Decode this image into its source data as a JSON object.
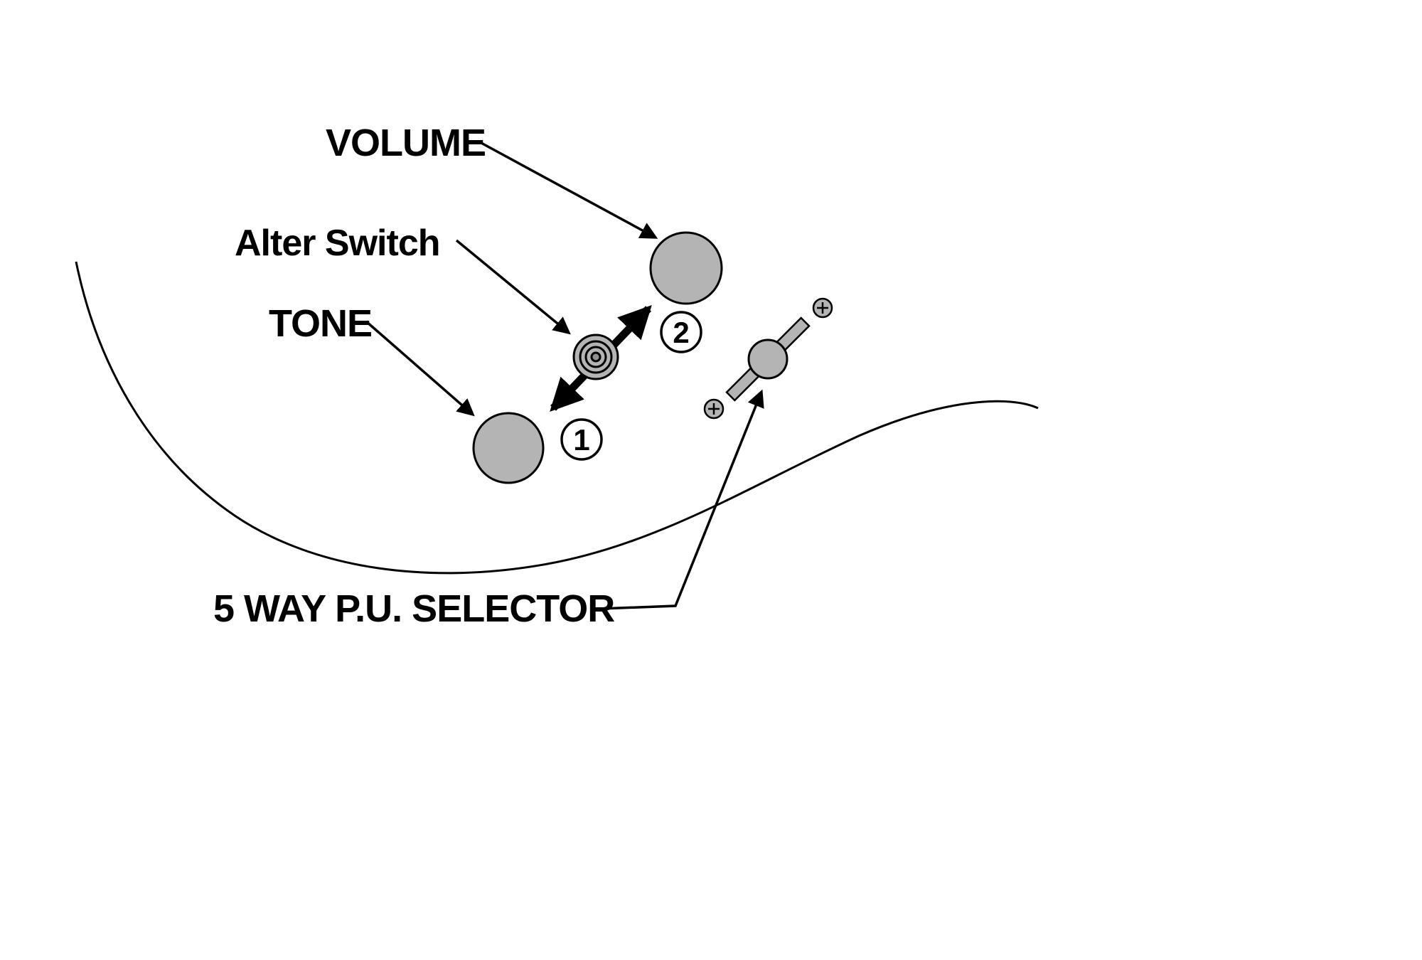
{
  "diagram": {
    "labels": {
      "volume": "VOLUME",
      "alter_switch": "Alter Switch",
      "tone": "TONE",
      "selector": "5 WAY P.U. SELECTOR"
    },
    "position_markers": {
      "down": "1",
      "up": "2"
    },
    "icons": {
      "volume_knob": "volume-knob",
      "tone_knob": "tone-knob",
      "alter_switch_knob": "alter-switch-knob",
      "selector_lever": "five-way-selector-lever",
      "screw": "screw-plus-icon",
      "arrow": "arrowhead-icon",
      "double_arrow": "double-headed-arrow"
    },
    "colors": {
      "background": "#ffffff",
      "outline": "#000000",
      "knob_fill": "#b4b4b4",
      "switch_center_fill": "#909090"
    }
  }
}
